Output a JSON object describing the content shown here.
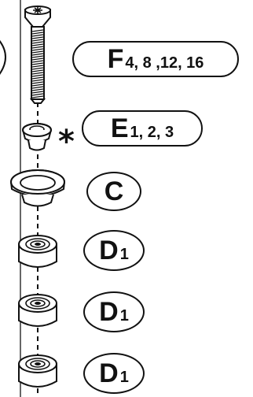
{
  "labels": {
    "screw": {
      "letter": "F",
      "numbers": "4, 8 ,12, 16"
    },
    "washer": {
      "letter": "E",
      "numbers": "1, 2, 3"
    },
    "cup": {
      "letter": "C",
      "numbers": ""
    },
    "bearing_1": {
      "letter": "D",
      "numbers": "1"
    },
    "bearing_2": {
      "letter": "D",
      "numbers": "1"
    },
    "bearing_3": {
      "letter": "D",
      "numbers": "1"
    }
  },
  "marks": {
    "asterisk": "*"
  },
  "colors": {
    "ink": "#111111",
    "frame": "#555555",
    "fill": "#ffffff"
  },
  "icons": [
    "countersunk-screw-icon",
    "small-washer-icon",
    "cup-washer-icon",
    "bearing-icon"
  ]
}
